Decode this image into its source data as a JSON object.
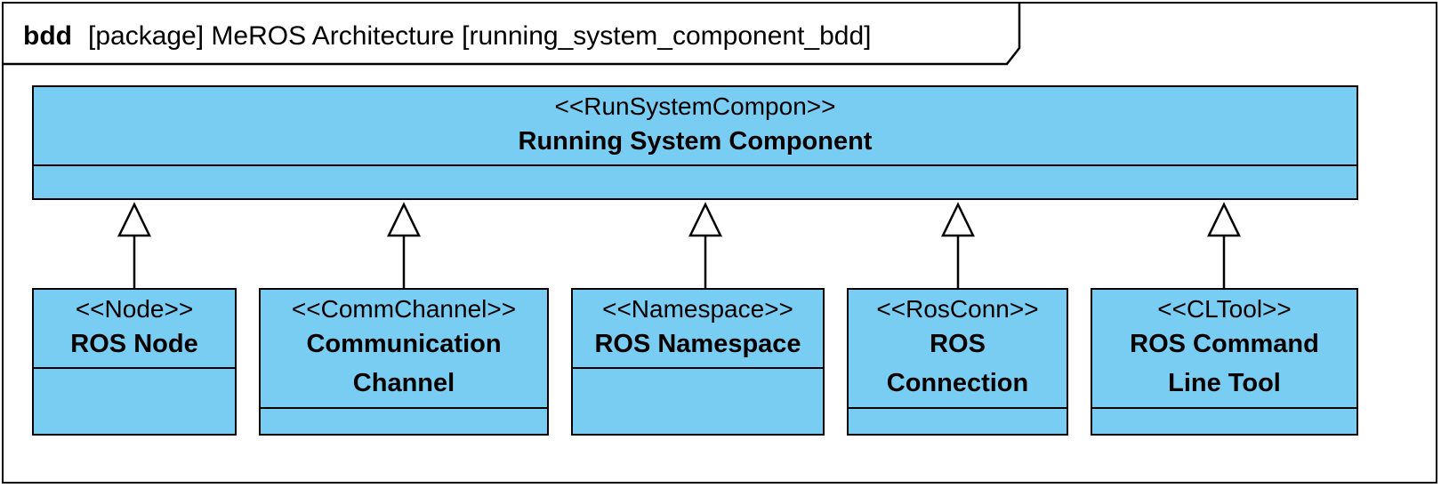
{
  "diagram": {
    "kind": "bdd",
    "title": "[package] MeROS Architecture [running_system_component_bdd]"
  },
  "parent_block": {
    "stereotype": "<<RunSystemCompon>>",
    "name": "Running System Component"
  },
  "child_blocks": [
    {
      "id": "node",
      "stereotype": "<<Node>>",
      "name": "ROS Node"
    },
    {
      "id": "comm-channel",
      "stereotype": "<<CommChannel>>",
      "name": "Communication Channel"
    },
    {
      "id": "namespace",
      "stereotype": "<<Namespace>>",
      "name": "ROS Namespace"
    },
    {
      "id": "ros-conn",
      "stereotype": "<<RosConn>>",
      "name": "ROS Connection"
    },
    {
      "id": "cl-tool",
      "stereotype": "<<CLTool>>",
      "name": "ROS Command Line Tool"
    }
  ],
  "relationship": "generalization",
  "colors": {
    "block_fill": "#7acdf2",
    "line": "#000000",
    "background": "#ffffff"
  }
}
